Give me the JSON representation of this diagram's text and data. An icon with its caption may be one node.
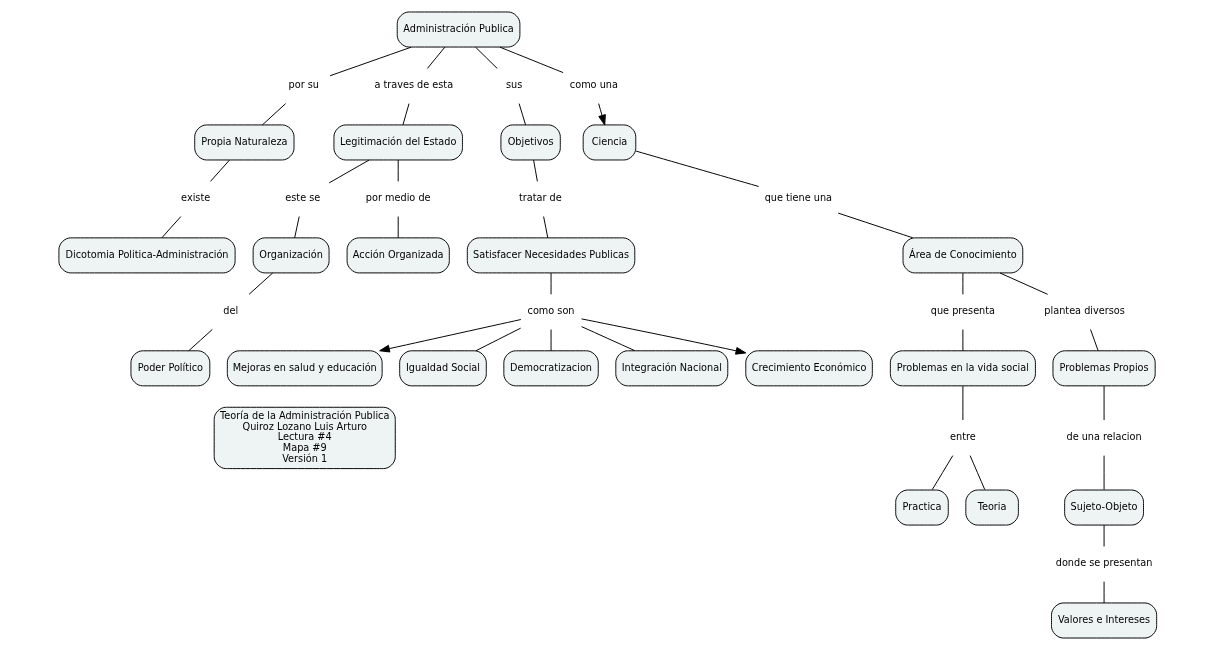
{
  "diagram": {
    "nodes": [
      {
        "text": [
          "Administración Publica"
        ]
      },
      {
        "text": [
          "por su"
        ]
      },
      {
        "text": [
          "a traves de esta"
        ]
      },
      {
        "text": [
          "sus"
        ]
      },
      {
        "text": [
          "como una"
        ]
      },
      {
        "text": [
          "Ciencia"
        ]
      },
      {
        "text": [
          "que tiene una"
        ]
      },
      {
        "text": [
          "Área de Conocimiento"
        ]
      },
      {
        "text": [
          "Propia Naturaleza"
        ]
      },
      {
        "text": [
          "Legitimación del Estado"
        ]
      },
      {
        "text": [
          "Objetivos"
        ]
      },
      {
        "text": [
          "existe"
        ]
      },
      {
        "text": [
          "este se"
        ]
      },
      {
        "text": [
          "por medio de"
        ]
      },
      {
        "text": [
          "tratar de"
        ]
      },
      {
        "text": [
          "que presenta"
        ]
      },
      {
        "text": [
          "plantea diversos"
        ]
      },
      {
        "text": [
          "Dicotomia Politica-Administración"
        ]
      },
      {
        "text": [
          "Organización"
        ]
      },
      {
        "text": [
          "Acción Organizada"
        ]
      },
      {
        "text": [
          "Satisfacer Necesidades Publicas"
        ]
      },
      {
        "text": [
          "Problemas en la vida social"
        ]
      },
      {
        "text": [
          "Problemas Propios"
        ]
      },
      {
        "text": [
          "del"
        ]
      },
      {
        "text": [
          "como son"
        ]
      },
      {
        "text": [
          "entre"
        ]
      },
      {
        "text": [
          "de una relacion"
        ]
      },
      {
        "text": [
          "Poder Político"
        ]
      },
      {
        "text": [
          "Mejoras en salud y educación"
        ]
      },
      {
        "text": [
          "Igualdad Social"
        ]
      },
      {
        "text": [
          "Democratizacion"
        ]
      },
      {
        "text": [
          "Integración Nacional"
        ]
      },
      {
        "text": [
          "Crecimiento Económico"
        ]
      },
      {
        "text": [
          "Practica"
        ]
      },
      {
        "text": [
          "Teoria"
        ]
      },
      {
        "text": [
          "Sujeto-Objeto"
        ]
      },
      {
        "text": [
          "donde se presentan"
        ]
      },
      {
        "text": [
          "Valores e Intereses"
        ]
      },
      {
        "text": [
          "Teoría de la Administración Publica",
          "Quiroz Lozano Luis Arturo",
          "Lectura #4",
          "Mapa #9",
          "Versión 1"
        ]
      }
    ],
    "edges": [
      {
        "from": 0,
        "to": 1,
        "arrow": "none"
      },
      {
        "from": 1,
        "to": 8,
        "arrow": "none"
      },
      {
        "from": 0,
        "to": 2,
        "arrow": "none"
      },
      {
        "from": 2,
        "to": 9,
        "arrow": "none"
      },
      {
        "from": 0,
        "to": 3,
        "arrow": "none"
      },
      {
        "from": 3,
        "to": 10,
        "arrow": "none"
      },
      {
        "from": 0,
        "to": 4,
        "arrow": "none"
      },
      {
        "from": 4,
        "to": 5,
        "arrow": "to"
      },
      {
        "from": 5,
        "to": 6,
        "arrow": "none"
      },
      {
        "from": 6,
        "to": 7,
        "arrow": "none"
      },
      {
        "from": 8,
        "to": 11,
        "arrow": "none"
      },
      {
        "from": 11,
        "to": 17,
        "arrow": "none"
      },
      {
        "from": 9,
        "to": 12,
        "arrow": "none"
      },
      {
        "from": 12,
        "to": 18,
        "arrow": "none"
      },
      {
        "from": 9,
        "to": 13,
        "arrow": "none"
      },
      {
        "from": 13,
        "to": 19,
        "arrow": "none"
      },
      {
        "from": 10,
        "to": 14,
        "arrow": "none"
      },
      {
        "from": 14,
        "to": 20,
        "arrow": "none"
      },
      {
        "from": 7,
        "to": 15,
        "arrow": "none"
      },
      {
        "from": 15,
        "to": 21,
        "arrow": "none"
      },
      {
        "from": 7,
        "to": 16,
        "arrow": "none"
      },
      {
        "from": 16,
        "to": 22,
        "arrow": "none"
      },
      {
        "from": 18,
        "to": 23,
        "arrow": "none"
      },
      {
        "from": 23,
        "to": 27,
        "arrow": "none"
      },
      {
        "from": 20,
        "to": 24,
        "arrow": "none"
      },
      {
        "from": 24,
        "to": 28,
        "arrow": "to"
      },
      {
        "from": 24,
        "to": 29,
        "arrow": "none"
      },
      {
        "from": 24,
        "to": 30,
        "arrow": "none"
      },
      {
        "from": 24,
        "to": 31,
        "arrow": "none"
      },
      {
        "from": 24,
        "to": 32,
        "arrow": "to"
      },
      {
        "from": 21,
        "to": 25,
        "arrow": "none"
      },
      {
        "from": 25,
        "to": 33,
        "arrow": "none"
      },
      {
        "from": 25,
        "to": 34,
        "arrow": "none"
      },
      {
        "from": 22,
        "to": 26,
        "arrow": "none"
      },
      {
        "from": 26,
        "to": 35,
        "arrow": "none"
      },
      {
        "from": 35,
        "to": 36,
        "arrow": "none"
      },
      {
        "from": 36,
        "to": 37,
        "arrow": "none"
      }
    ]
  }
}
